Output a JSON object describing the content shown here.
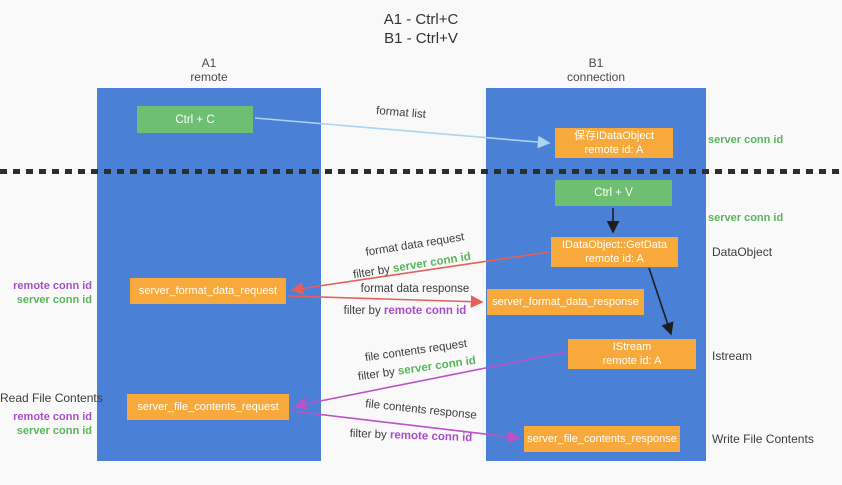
{
  "title": {
    "line1": "A1 - Ctrl+C",
    "line2": "B1 - Ctrl+V"
  },
  "columns": {
    "a": {
      "name": "A1",
      "subtitle": "remote"
    },
    "b": {
      "name": "B1",
      "subtitle": "connection"
    }
  },
  "nodes": {
    "ctrl_c": "Ctrl + C",
    "ctrl_v": "Ctrl + V",
    "save_idataobject_line1": "保存IDataObject",
    "save_idataobject_line2": "remote id: A",
    "getdata_line1": "IDataObject::GetData",
    "getdata_line2": "remote id: A",
    "istream_line1": "IStream",
    "istream_line2": "remote id: A",
    "format_request": "server_format_data_request",
    "format_response": "server_format_data_response",
    "file_request": "server_file_contents_request",
    "file_response": "server_file_contents_response"
  },
  "side_labels": {
    "server_conn_id_top": "server conn id",
    "server_conn_id_mid": "server conn id",
    "dataobject": "DataObject",
    "istream": "Istream",
    "write_file_contents": "Write File Contents",
    "remote_conn_id_left1": "remote conn id",
    "server_conn_id_left1": "server conn id",
    "read_file_contents": "Read File Contents",
    "remote_conn_id_left2": "remote conn id",
    "server_conn_id_left2": "server conn id"
  },
  "arrows": {
    "format_list": "format list",
    "format_data_request": "format data request",
    "filter_by_1_prefix": "filter by ",
    "filter_by_1_id": "server conn id",
    "format_data_response": "format data response",
    "filter_by_2_prefix": "filter by ",
    "filter_by_2_id": "remote conn id",
    "file_contents_request": "file contents request",
    "filter_by_3_prefix": "filter by ",
    "filter_by_3_id": "server conn id",
    "file_contents_response": "file contents response",
    "filter_by_4_prefix": "filter by ",
    "filter_by_4_id": "remote conn id"
  },
  "colors": {
    "bg": "#f9f9f9",
    "panel_blue": "#4a80d5",
    "button_green": "#6ebf72",
    "box_orange": "#f7a93c",
    "arrow_light_blue": "#aad4f0",
    "arrow_red": "#e3605b",
    "arrow_magenta": "#bb52c8",
    "arrow_black": "#1e1e1e",
    "label_green": "#58b55c",
    "label_purple": "#a94ecb",
    "label_dark": "#3d3d3d"
  }
}
